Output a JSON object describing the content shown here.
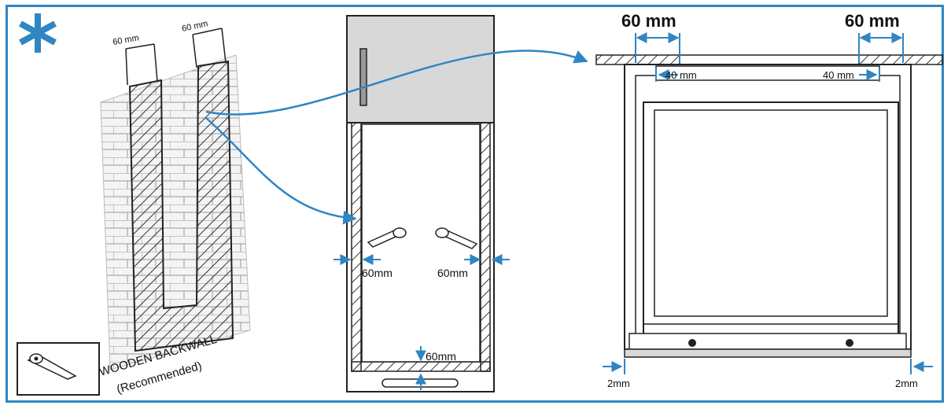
{
  "colors": {
    "accent": "#2f86c2",
    "ink": "#222222",
    "panel_gray": "#d8d8d8",
    "wall": "#bdbdbd"
  },
  "icons": [
    "asterisk-icon",
    "bracket-icon"
  ],
  "wall_panel": {
    "gap_label_left": "60 mm",
    "gap_label_right": "60 mm",
    "caption_line1": "WOODEN BACKWALL",
    "caption_line2": "(Recommended)"
  },
  "front_panel": {
    "side_gap_left": "60mm",
    "side_gap_right": "60mm",
    "bottom_gap": "60mm"
  },
  "section_panel": {
    "top_gap_left": "60 mm",
    "top_gap_right": "60 mm",
    "inner_left": "40 mm",
    "inner_right": "40 mm",
    "side_left": "2mm",
    "side_right": "2mm"
  }
}
